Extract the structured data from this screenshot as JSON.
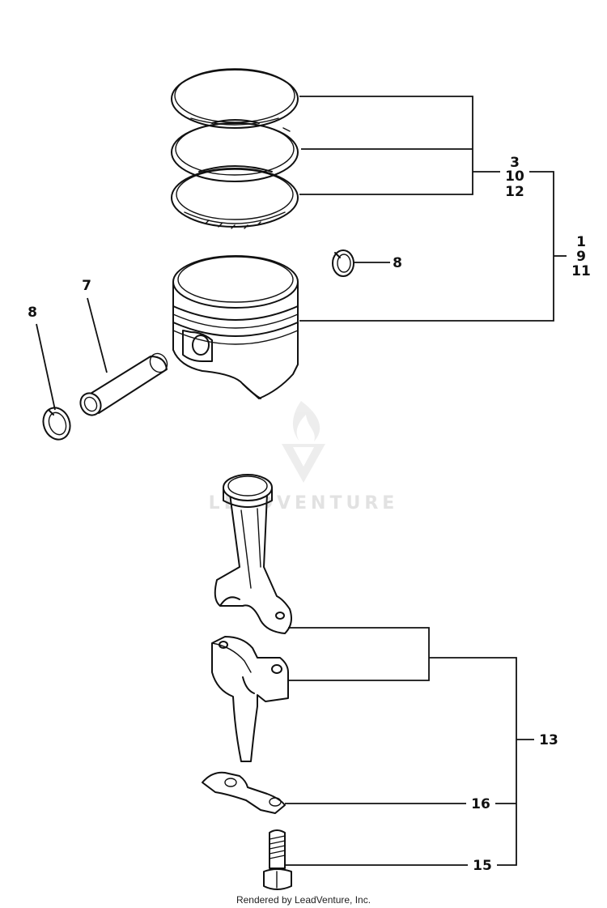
{
  "watermark": {
    "brand": "LEADVENTURE"
  },
  "footer": {
    "credit": "Rendered by LeadVenture, Inc."
  },
  "callouts": {
    "ring_set": [
      "3",
      "10",
      "12"
    ],
    "piston_assy": [
      "1",
      "9",
      "11"
    ],
    "retainer_right": "8",
    "retainer_left": "8",
    "piston_pin": "7",
    "connecting_rod": "13",
    "lock_plate": "16",
    "rod_bolt": "15"
  }
}
